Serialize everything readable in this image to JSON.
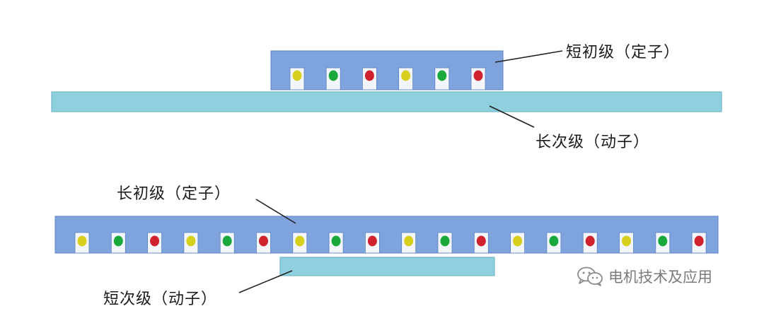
{
  "diagram": {
    "top": {
      "primary_label": "短初级（定子）",
      "secondary_label": "长次级（动子）",
      "coil_pattern": [
        "yellow",
        "green",
        "red",
        "yellow",
        "green",
        "red"
      ]
    },
    "bottom": {
      "primary_label": "长初级（定子）",
      "secondary_label": "短次级（动子）",
      "coil_pattern": [
        "yellow",
        "green",
        "red",
        "yellow",
        "green",
        "red",
        "yellow",
        "green",
        "red",
        "yellow",
        "green",
        "red",
        "yellow",
        "green",
        "red",
        "yellow",
        "green",
        "red"
      ]
    },
    "colors": {
      "primary_fill": "#7ea3dd",
      "primary_stroke": "#5c82c2",
      "secondary_fill": "#8fd0df",
      "secondary_stroke": "#62adc0",
      "slot_fill": "#f2f6fb",
      "yellow": "#d6cf1c",
      "green": "#1aa83c",
      "red": "#d0212e"
    }
  },
  "watermark": {
    "text": "电机技术及应用",
    "icon": "wechat-icon"
  }
}
